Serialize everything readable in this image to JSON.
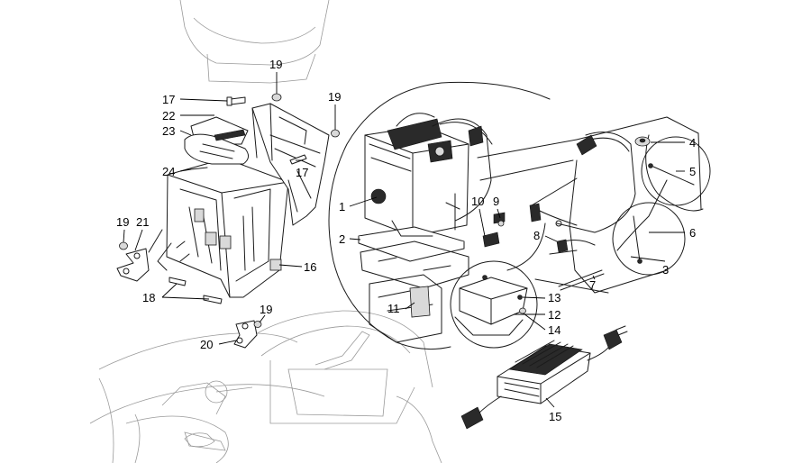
{
  "labels": {
    "l1": "1",
    "l2": "2",
    "l3": "3",
    "l4": "4",
    "l5": "5",
    "l6": "6",
    "l7": "7",
    "l8": "8",
    "l9": "9",
    "l10": "10",
    "l11": "11",
    "l12": "12",
    "l13": "13",
    "l14": "14",
    "l15": "15",
    "l16": "16",
    "l17a": "17",
    "l17b": "17",
    "l18": "18",
    "l19a": "19",
    "l19b": "19",
    "l19c": "19",
    "l19d": "19",
    "l20": "20",
    "l21": "21",
    "l22": "22",
    "l23": "23",
    "l24": "24"
  },
  "colors": {
    "line": "#1a1a1a",
    "faint": "#9a9a9a",
    "dark_part": "#2a2a2a",
    "background": "#ffffff"
  }
}
